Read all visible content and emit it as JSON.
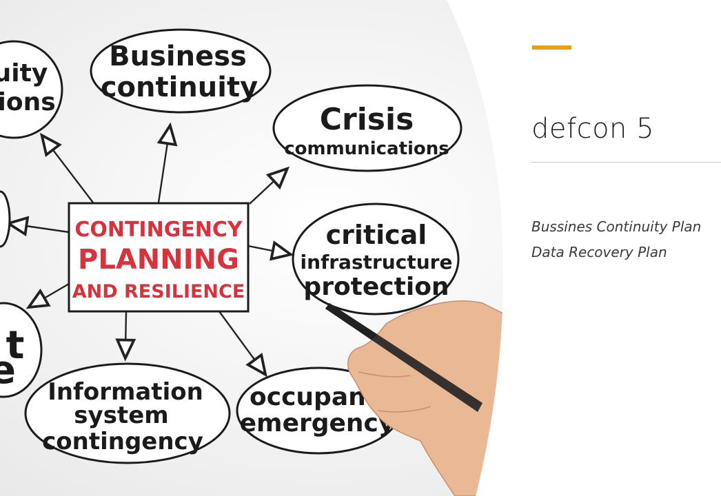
{
  "slide": {
    "title": "defcon 5",
    "subtitle_lines": [
      "Bussines Continuity Plan",
      "Data Recovery Plan"
    ],
    "accent_color": "#e3a01b"
  },
  "image": {
    "center_box": [
      "CONTINGENCY",
      "PLANNING",
      "AND RESILIENCE"
    ],
    "bubbles": {
      "top_left_partial": [
        "uity",
        "tions"
      ],
      "business_continuity": [
        "Business",
        "continuity"
      ],
      "crisis_communications": [
        "Crisis",
        "communications"
      ],
      "critical_infrastructure": [
        "critical",
        "infrastructure",
        "protection"
      ],
      "occupant_emergency": [
        "occupant",
        "emergency"
      ],
      "information_system": [
        "Information",
        "system",
        "contingency"
      ],
      "bottom_left_partial": [
        "t",
        "e"
      ]
    }
  }
}
